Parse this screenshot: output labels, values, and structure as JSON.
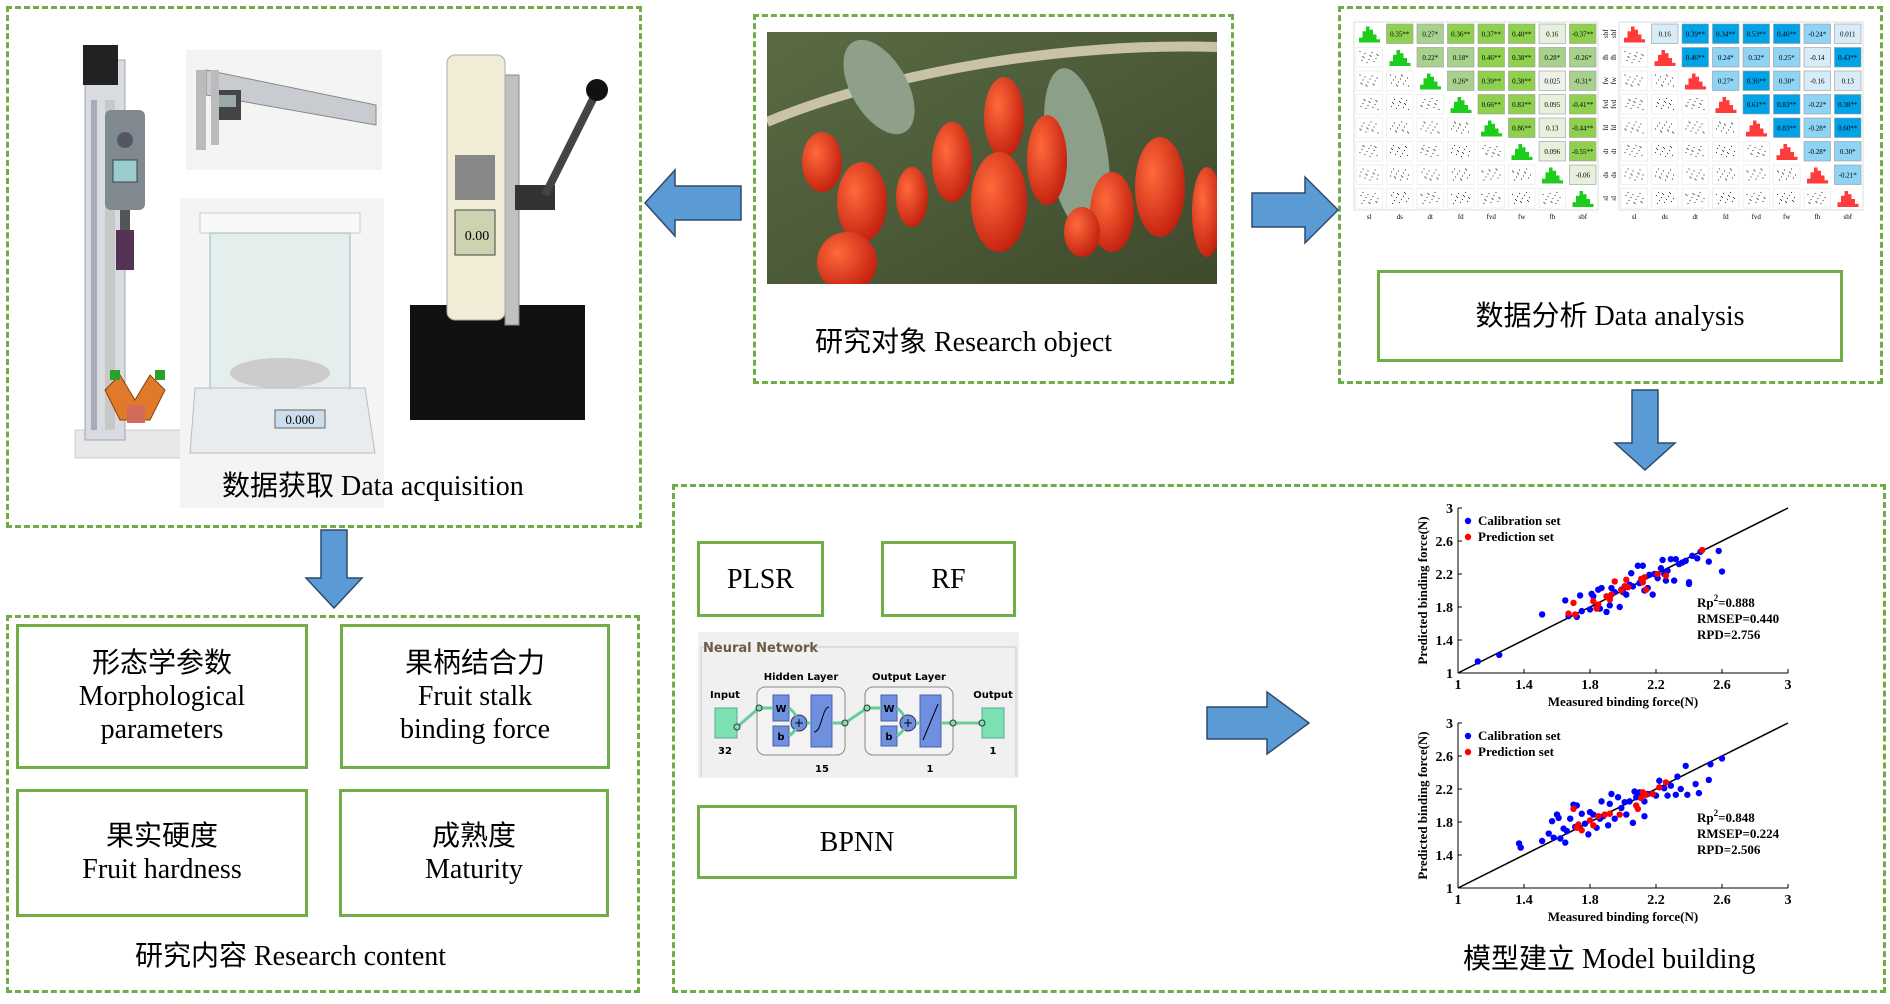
{
  "panels": {
    "data_acquisition": {
      "caption": "数据获取 Data acquisition",
      "lcd_value": "0.000",
      "gauge_value": "0.00"
    },
    "research_object": {
      "caption": "研究对象 Research object"
    },
    "data_analysis": {
      "caption": "数据分析 Data analysis",
      "variables": [
        "sl",
        "ds",
        "dt",
        "fd",
        "fvd",
        "fw",
        "fh",
        "sbf"
      ],
      "row_labels": [
        "sbf",
        "fh",
        "fw",
        "fvd",
        "fd",
        "dt",
        "ds",
        "sl"
      ],
      "matrix_green": [
        [
          "0.35**",
          "0.27*",
          "0.36**",
          "0.37**",
          "0.40**",
          "0.16",
          "-0.37**"
        ],
        [
          "0.22*",
          "0.18*",
          "0.46**",
          "0.38**",
          "0.28*",
          "-0.26*"
        ],
        [
          "0.26*",
          "0.39**",
          "0.38**",
          "0.025",
          "-0.31*"
        ],
        [
          "0.66**",
          "0.83**",
          "0.095",
          "-0.41**"
        ],
        [
          "0.86**",
          "0.13",
          "-0.44**"
        ],
        [
          "0.096",
          "-0.55**"
        ],
        [
          "-0.06"
        ]
      ],
      "matrix_blue": [
        [
          "0.16",
          "0.39**",
          "0.34**",
          "0.53**",
          "0.46**",
          "-0.24*",
          "0.011"
        ],
        [
          "0.46**",
          "0.24*",
          "0.32*",
          "0.25*",
          "-0.14",
          "0.43**"
        ],
        [
          "0.27*",
          "0.36**",
          "0.30*",
          "-0.16",
          "0.13"
        ],
        [
          "0.61**",
          "0.83**",
          "-0.22*",
          "0.38**"
        ],
        [
          "0.83**",
          "-0.28*",
          "0.60**"
        ],
        [
          "-0.28*",
          "0.30*"
        ],
        [
          "-0.21*"
        ]
      ]
    },
    "research_content": {
      "caption": "研究内容 Research content",
      "items": [
        {
          "zh": "形态学参数",
          "en1": "Morphological",
          "en2": "parameters"
        },
        {
          "zh": "果柄结合力",
          "en1": "Fruit stalk",
          "en2": "binding force"
        },
        {
          "zh": "果实硬度",
          "en1": "Fruit hardness",
          "en2": ""
        },
        {
          "zh": "成熟度",
          "en1": "Maturity",
          "en2": ""
        }
      ]
    },
    "model_building": {
      "caption": "模型建立 Model building",
      "methods": [
        "PLSR",
        "RF",
        "BPNN"
      ],
      "neural_network": {
        "title": "Neural Network",
        "input_label": "Input",
        "input_size": "32",
        "hidden_label": "Hidden Layer",
        "hidden_size": "15",
        "output_layer_label": "Output Layer",
        "output_layer_size": "1",
        "output_label": "Output",
        "output_size": "1",
        "w": "W",
        "b": "b",
        "plus": "+"
      }
    }
  },
  "colors": {
    "dashed_border": "#70ad47",
    "solid_border": "#70ad47",
    "arrow_fill": "#5b9bd5",
    "arrow_stroke": "#2e4a6b",
    "calibration": "#0000ff",
    "prediction": "#ff0000"
  },
  "chart_data": [
    {
      "type": "scatter",
      "title": "",
      "xlabel": "Measured binding force(N)",
      "ylabel": "Predicted binding force(N)",
      "xlim": [
        1,
        3
      ],
      "ylim": [
        1,
        3
      ],
      "xticks": [
        "1",
        "1.4",
        "1.8",
        "2.2",
        "2.6",
        "3"
      ],
      "yticks": [
        "1",
        "1.4",
        "1.8",
        "2.2",
        "2.6",
        "3"
      ],
      "legend": [
        "Calibration set",
        "Prediction set"
      ],
      "legend_position": "top-left",
      "annotations": {
        "rp2_label": "Rp",
        "rp2_value": "=0.888",
        "rmsep": "RMSEP=0.440",
        "rpd": "RPD=2.756"
      },
      "series": [
        {
          "name": "Calibration set",
          "color": "#0000ff",
          "points": [
            [
              1.12,
              1.14
            ],
            [
              1.25,
              1.22
            ],
            [
              1.51,
              1.71
            ],
            [
              1.65,
              1.88
            ],
            [
              1.67,
              1.69
            ],
            [
              1.72,
              1.68
            ],
            [
              1.74,
              1.94
            ],
            [
              1.75,
              1.75
            ],
            [
              1.8,
              1.77
            ],
            [
              1.81,
              1.96
            ],
            [
              1.82,
              1.93
            ],
            [
              1.84,
              1.8
            ],
            [
              1.85,
              2.01
            ],
            [
              1.87,
              2.03
            ],
            [
              1.86,
              1.78
            ],
            [
              1.9,
              1.74
            ],
            [
              1.92,
              1.82
            ],
            [
              1.93,
              2.03
            ],
            [
              1.95,
              1.98
            ],
            [
              1.98,
              1.8
            ],
            [
              1.99,
              2.01
            ],
            [
              2.0,
              1.98
            ],
            [
              2.01,
              2.05
            ],
            [
              2.02,
              1.95
            ],
            [
              2.04,
              2.07
            ],
            [
              2.05,
              2.21
            ],
            [
              2.06,
              2.05
            ],
            [
              2.09,
              2.3
            ],
            [
              2.1,
              2.09
            ],
            [
              2.12,
              2.3
            ],
            [
              2.13,
              2.0
            ],
            [
              2.15,
              2.03
            ],
            [
              2.16,
              2.19
            ],
            [
              2.18,
              1.95
            ],
            [
              2.19,
              2.2
            ],
            [
              2.21,
              2.15
            ],
            [
              2.23,
              2.27
            ],
            [
              2.24,
              2.37
            ],
            [
              2.25,
              2.2
            ],
            [
              2.26,
              2.12
            ],
            [
              2.27,
              2.24
            ],
            [
              2.29,
              2.38
            ],
            [
              2.31,
              2.12
            ],
            [
              2.32,
              2.38
            ],
            [
              2.34,
              2.32
            ],
            [
              2.36,
              2.34
            ],
            [
              2.38,
              2.36
            ],
            [
              2.4,
              2.08
            ],
            [
              2.4,
              2.1
            ],
            [
              2.42,
              2.42
            ],
            [
              2.45,
              2.39
            ],
            [
              2.47,
              2.47
            ],
            [
              2.52,
              2.35
            ],
            [
              2.58,
              2.48
            ],
            [
              2.6,
              2.23
            ]
          ]
        },
        {
          "name": "Prediction set",
          "color": "#ff0000",
          "points": [
            [
              1.67,
              1.72
            ],
            [
              1.7,
              1.85
            ],
            [
              1.71,
              1.71
            ],
            [
              1.82,
              1.87
            ],
            [
              1.84,
              1.78
            ],
            [
              1.85,
              1.83
            ],
            [
              1.9,
              1.93
            ],
            [
              1.92,
              1.89
            ],
            [
              1.93,
              1.95
            ],
            [
              1.95,
              2.11
            ],
            [
              1.99,
              2.0
            ],
            [
              2.01,
              2.05
            ],
            [
              2.02,
              2.13
            ],
            [
              2.03,
              2.04
            ],
            [
              2.11,
              2.14
            ],
            [
              2.12,
              2.1
            ],
            [
              2.13,
              2.16
            ],
            [
              2.14,
              2.01
            ],
            [
              2.21,
              2.2
            ],
            [
              2.26,
              2.18
            ],
            [
              2.48,
              2.49
            ]
          ]
        }
      ]
    },
    {
      "type": "scatter",
      "title": "",
      "xlabel": "Measured binding force(N)",
      "ylabel": "Predicted binding force(N)",
      "xlim": [
        1,
        3
      ],
      "ylim": [
        1,
        3
      ],
      "xticks": [
        "1",
        "1.4",
        "1.8",
        "2.2",
        "2.6",
        "3"
      ],
      "yticks": [
        "1",
        "1.4",
        "1.8",
        "2.2",
        "2.6",
        "3"
      ],
      "legend": [
        "Calibration set",
        "Prediction set"
      ],
      "legend_position": "top-left",
      "annotations": {
        "rp2_label": "Rp",
        "rp2_value": "=0.848",
        "rmsep": "RMSEP=0.224",
        "rpd": "RPD=2.506"
      },
      "series": [
        {
          "name": "Calibration set",
          "color": "#0000ff",
          "points": [
            [
              1.37,
              1.54
            ],
            [
              1.38,
              1.49
            ],
            [
              1.51,
              1.57
            ],
            [
              1.55,
              1.66
            ],
            [
              1.57,
              1.81
            ],
            [
              1.58,
              1.61
            ],
            [
              1.6,
              1.89
            ],
            [
              1.61,
              1.85
            ],
            [
              1.62,
              1.6
            ],
            [
              1.64,
              1.72
            ],
            [
              1.65,
              1.55
            ],
            [
              1.66,
              1.69
            ],
            [
              1.68,
              1.84
            ],
            [
              1.7,
              2.01
            ],
            [
              1.71,
              1.74
            ],
            [
              1.72,
              2.0
            ],
            [
              1.75,
              1.9
            ],
            [
              1.77,
              1.78
            ],
            [
              1.79,
              1.65
            ],
            [
              1.8,
              1.92
            ],
            [
              1.82,
              1.89
            ],
            [
              1.84,
              1.73
            ],
            [
              1.86,
              1.84
            ],
            [
              1.87,
              2.05
            ],
            [
              1.88,
              1.87
            ],
            [
              1.91,
              1.76
            ],
            [
              1.92,
              2.02
            ],
            [
              1.93,
              2.14
            ],
            [
              1.95,
              1.84
            ],
            [
              1.97,
              2.1
            ],
            [
              1.99,
              1.97
            ],
            [
              2.01,
              2.04
            ],
            [
              2.02,
              1.89
            ],
            [
              2.04,
              2.05
            ],
            [
              2.06,
              1.79
            ],
            [
              2.07,
              2.17
            ],
            [
              2.08,
              2.1
            ],
            [
              2.1,
              2.16
            ],
            [
              2.13,
              1.87
            ],
            [
              2.13,
              2.05
            ],
            [
              2.15,
              2.14
            ],
            [
              2.2,
              2.12
            ],
            [
              2.22,
              2.3
            ],
            [
              2.25,
              2.21
            ],
            [
              2.27,
              2.12
            ],
            [
              2.29,
              2.24
            ],
            [
              2.32,
              2.13
            ],
            [
              2.33,
              2.35
            ],
            [
              2.35,
              2.2
            ],
            [
              2.38,
              2.48
            ],
            [
              2.39,
              2.13
            ],
            [
              2.44,
              2.26
            ],
            [
              2.46,
              2.15
            ],
            [
              2.52,
              2.31
            ],
            [
              2.53,
              2.5
            ],
            [
              2.6,
              2.57
            ]
          ]
        },
        {
          "name": "Prediction set",
          "color": "#ff0000",
          "points": [
            [
              1.7,
              1.96
            ],
            [
              1.72,
              1.73
            ],
            [
              1.73,
              1.77
            ],
            [
              1.75,
              1.7
            ],
            [
              1.8,
              1.82
            ],
            [
              1.82,
              1.76
            ],
            [
              1.85,
              1.87
            ],
            [
              1.89,
              1.89
            ],
            [
              1.92,
              1.9
            ],
            [
              1.98,
              1.89
            ],
            [
              2.08,
              2.0
            ],
            [
              2.09,
              1.96
            ],
            [
              2.11,
              2.09
            ],
            [
              2.12,
              2.16
            ],
            [
              2.14,
              2.13
            ],
            [
              2.18,
              2.14
            ],
            [
              2.22,
              2.22
            ],
            [
              2.26,
              2.28
            ]
          ]
        }
      ]
    }
  ]
}
